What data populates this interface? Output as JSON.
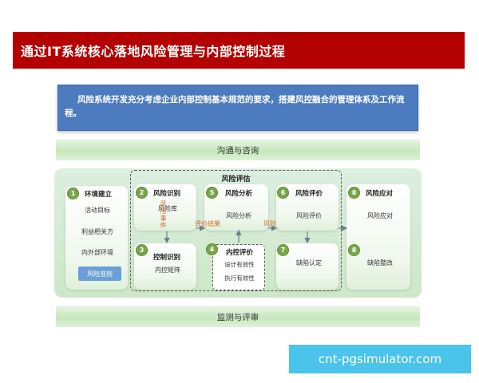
{
  "title": "通过IT系统核心落地风险管理与内部控制过程",
  "intro": "风险系统开发充分考虑企业内部控制基本规范的要求，搭建风控融合的管理体系及工作流程。",
  "top_band": "沟通与咨询",
  "bottom_band": "监测与评审",
  "assessment_group": "风险评估",
  "steps": {
    "env": {
      "num": "1",
      "title": "环境建立",
      "items": [
        "活动目标",
        "利益相关方",
        "内外部环境"
      ],
      "highlight": "风险准则"
    },
    "risk_id": {
      "num": "2",
      "title": "风险识别",
      "item": "风险库"
    },
    "control_id": {
      "num": "3",
      "title": "控制识别",
      "item": "内控矩阵"
    },
    "risk_analysis": {
      "num": "5",
      "title": "风险分析",
      "item": "风险分析"
    },
    "ic_eval": {
      "num": "4",
      "title": "内控评价",
      "items": [
        "设计有效性",
        "执行有效性"
      ]
    },
    "risk_eval": {
      "num": "6",
      "title": "风险评价",
      "item": "风险评价"
    },
    "defect": {
      "num": "7",
      "item": "缺陷认定"
    },
    "response": {
      "num": "8",
      "title": "风险应对",
      "item": "风险应对"
    },
    "rectify": {
      "num": "8",
      "item": "缺陷整改"
    }
  },
  "flow_labels": {
    "risk_event": "风险事件",
    "eval_result": "评价结果",
    "risk_level": "风险等级"
  },
  "watermark": "cnt-pgsimulator.com",
  "colors": {
    "title_bg": "#b30000",
    "intro_bg": "#4d7bbf",
    "badge": "#7aa64a",
    "band": "#c6e7bd",
    "highlight": "#6a9fd8",
    "flow_text": "#d26a2a",
    "watermark_bg": "#4ac4ea"
  }
}
